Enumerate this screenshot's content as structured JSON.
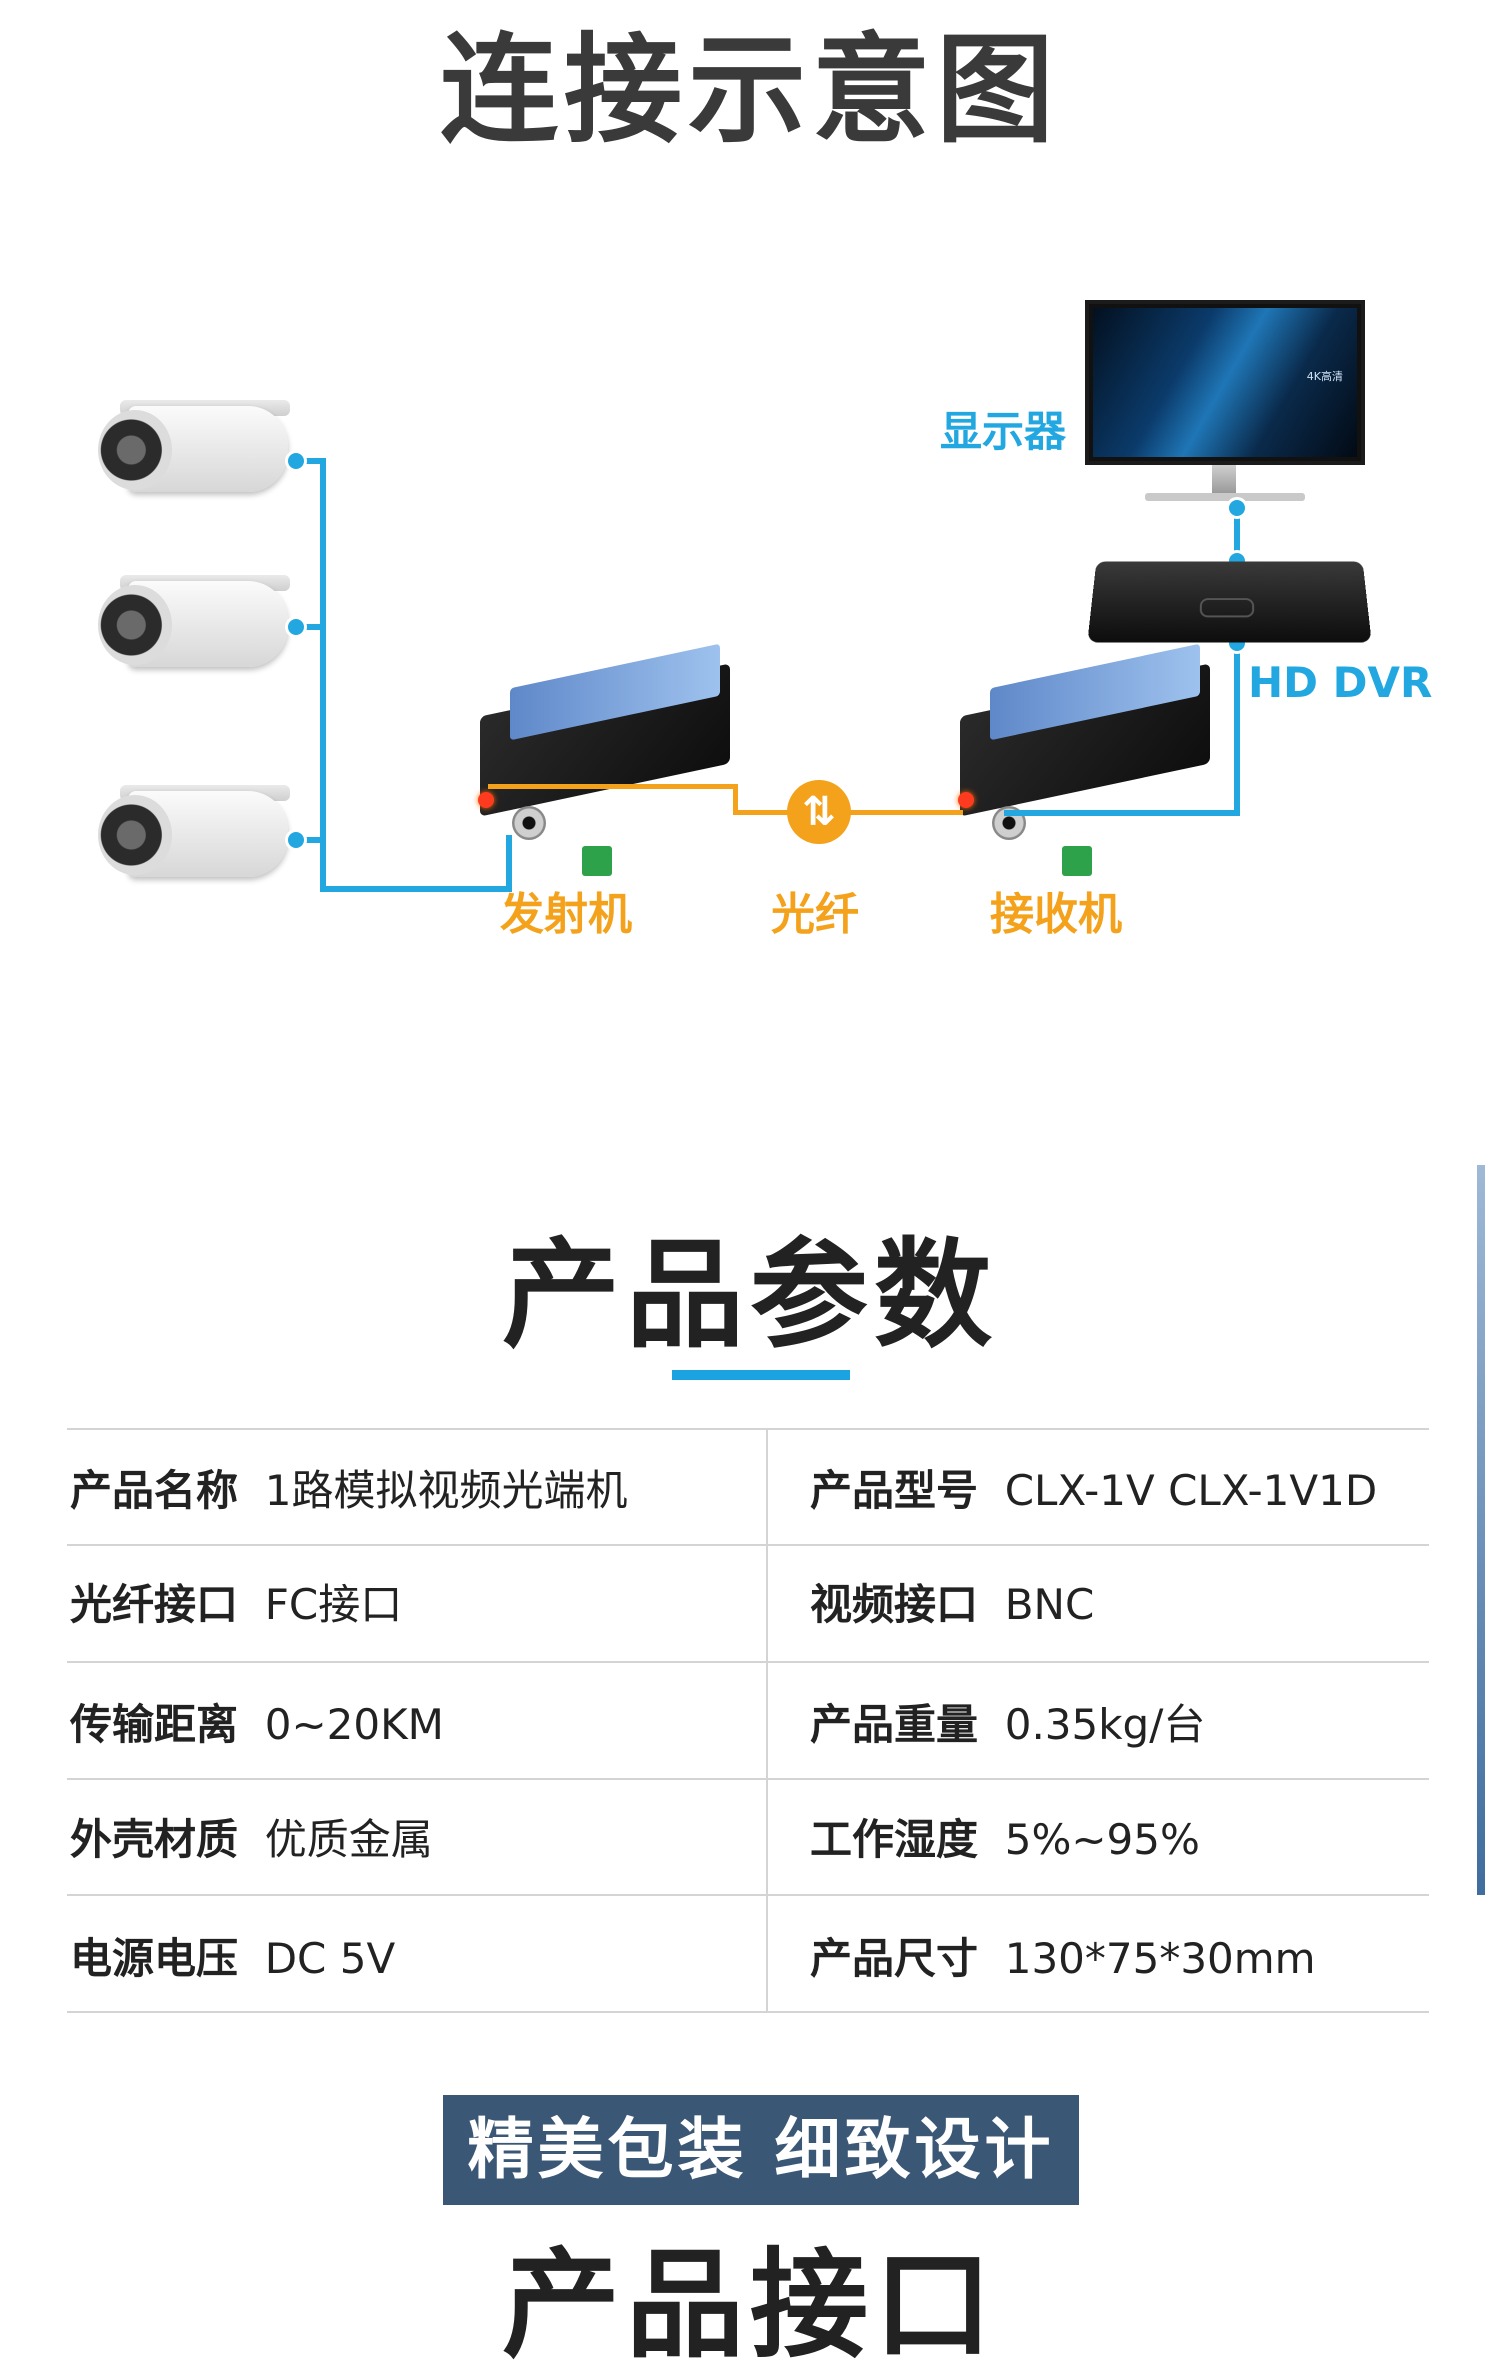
{
  "section1": {
    "title": "连接示意图",
    "labels": {
      "monitor": "显示器",
      "dvr": "HD DVR",
      "transmitter": "发射机",
      "fiber": "光纤",
      "receiver": "接收机"
    },
    "monitor_screen_text": "4K高清",
    "colors": {
      "video_line": "#22a7e0",
      "fiber_line": "#f4a21b"
    }
  },
  "section2": {
    "title": "产品参数",
    "rows": [
      {
        "left_key": "产品名称",
        "left_val": "1路模拟视频光端机",
        "right_key": "产品型号",
        "right_val": "CLX-1V CLX-1V1D"
      },
      {
        "left_key": "光纤接口",
        "left_val": "FC接口",
        "right_key": "视频接口",
        "right_val": "BNC"
      },
      {
        "left_key": "传输距离",
        "left_val": "0~20KM",
        "right_key": "产品重量",
        "right_val": "0.35kg/台"
      },
      {
        "left_key": "外壳材质",
        "left_val": "优质金属",
        "right_key": "工作湿度",
        "right_val": "5%~95%"
      },
      {
        "left_key": "电源电压",
        "left_val": "DC 5V",
        "right_key": "产品尺寸",
        "right_val": "130*75*30mm"
      }
    ]
  },
  "banner": {
    "text": "精美包装  细致设计"
  },
  "section3": {
    "title": "产品接口"
  }
}
